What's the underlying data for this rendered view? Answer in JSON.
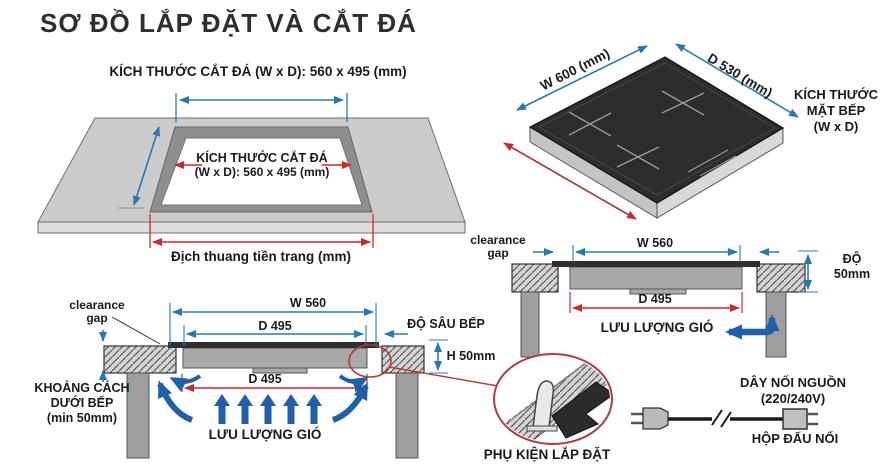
{
  "title": "SƠ ĐỒ LẮP ĐẶT VÀ CẮT ĐÁ",
  "colors": {
    "dim_blue": "#2878b8",
    "dim_red": "#cc2a2a",
    "airflow_blue": "#1f60a8",
    "detail_red": "#b23b3b"
  },
  "cutout": {
    "top_label": "KÍCH THƯỚC CẮT ĐÁ (W x D): 560 x 495 (mm)",
    "inner_line1": "KÍCH THƯỚC CẮT ĐÁ",
    "inner_line2": "(W x D): 560 x 495 (mm)",
    "bottom_label": "Địch thuang tiền trang (mm)"
  },
  "cooktop": {
    "width_label": "W 600 (mm)",
    "depth_label": "D 530 (mm)",
    "size_line1": "KÍCH THƯỚC",
    "size_line2": "MẶT BẾP",
    "size_line3": "(W x D)"
  },
  "side_right": {
    "clearance1": "clearance",
    "clearance2": "gap",
    "w": "W 560",
    "d": "D 495",
    "h1": "ĐỘ",
    "h2": "50mm",
    "airflow": "LƯU LƯỢNG GIÓ"
  },
  "side_left": {
    "clearance1": "clearance",
    "clearance2": "gap",
    "w": "W 560",
    "d_top": "D 495",
    "d_bottom": "D 495",
    "depth_label": "ĐỘ SÂU BẾP",
    "h": "H 50mm",
    "below1": "KHOẢNG CÁCH",
    "below2": "DƯỚI BẾP",
    "below3": "(min 50mm)",
    "airflow": "LƯU LƯỢNG GIÓ"
  },
  "accessory_label": "PHỤ KIỆN LẮP ĐẶT",
  "power": {
    "cord_line1": "DÂY NỐI NGUỒN",
    "cord_line2": "(220/240V)",
    "box_label": "HỘP ĐẤU NỐI"
  }
}
